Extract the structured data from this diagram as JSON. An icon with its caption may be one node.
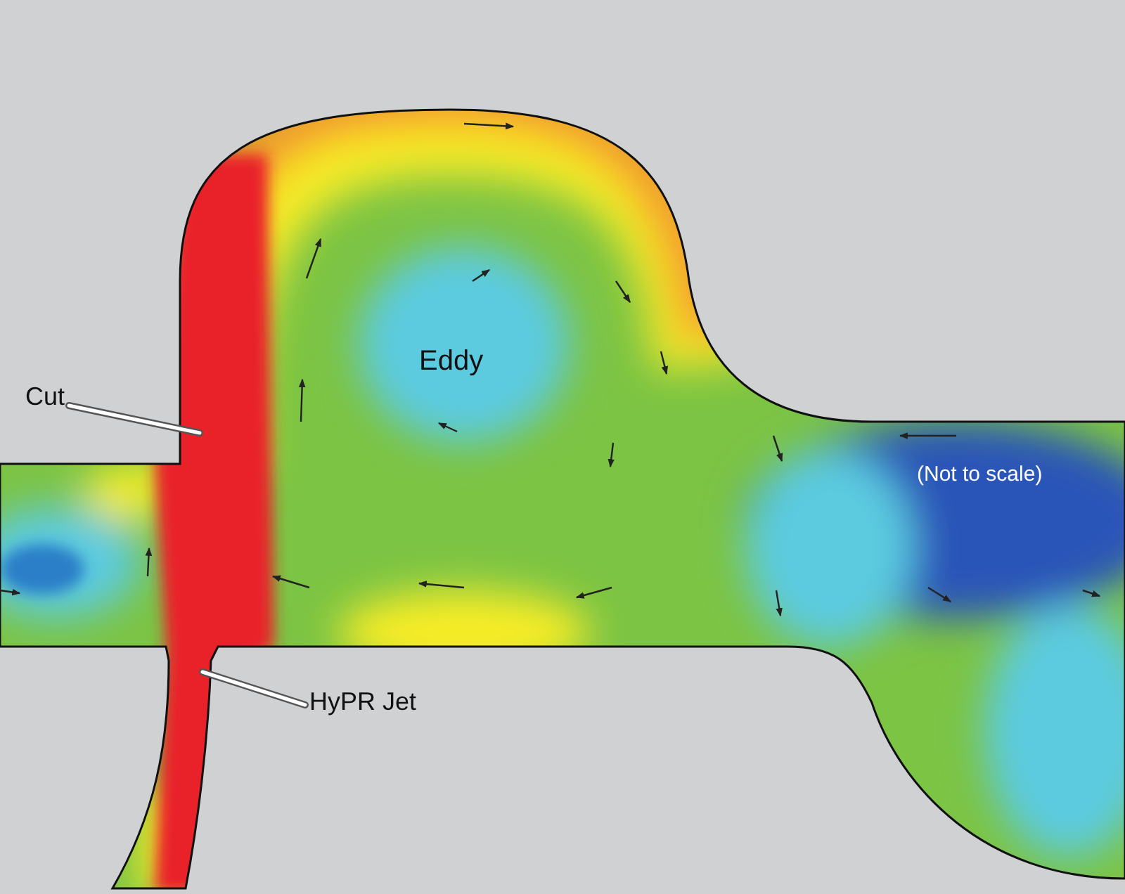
{
  "diagram": {
    "nodes": [
      {
        "text": [
          "Cut"
        ]
      },
      {
        "text": [
          "HyPR Jet"
        ]
      }
    ],
    "edges": [
      {
        "from": 0,
        "to": null,
        "arrow": "none"
      },
      {
        "from": 1,
        "to": null,
        "arrow": "none"
      }
    ],
    "labels": [
      "Eddy",
      "(Not to scale)"
    ]
  }
}
